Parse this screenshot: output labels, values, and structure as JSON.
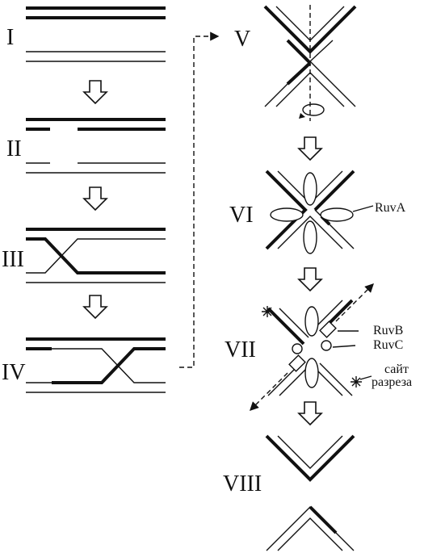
{
  "stages": [
    "I",
    "II",
    "III",
    "IV",
    "V",
    "VI",
    "VII",
    "VIII"
  ],
  "labels": {
    "ruva": "RuvA",
    "ruvb": "RuvB",
    "ruvc": "RuvC",
    "cut_site_line1": "сайт",
    "cut_site_line2": "разреза"
  }
}
